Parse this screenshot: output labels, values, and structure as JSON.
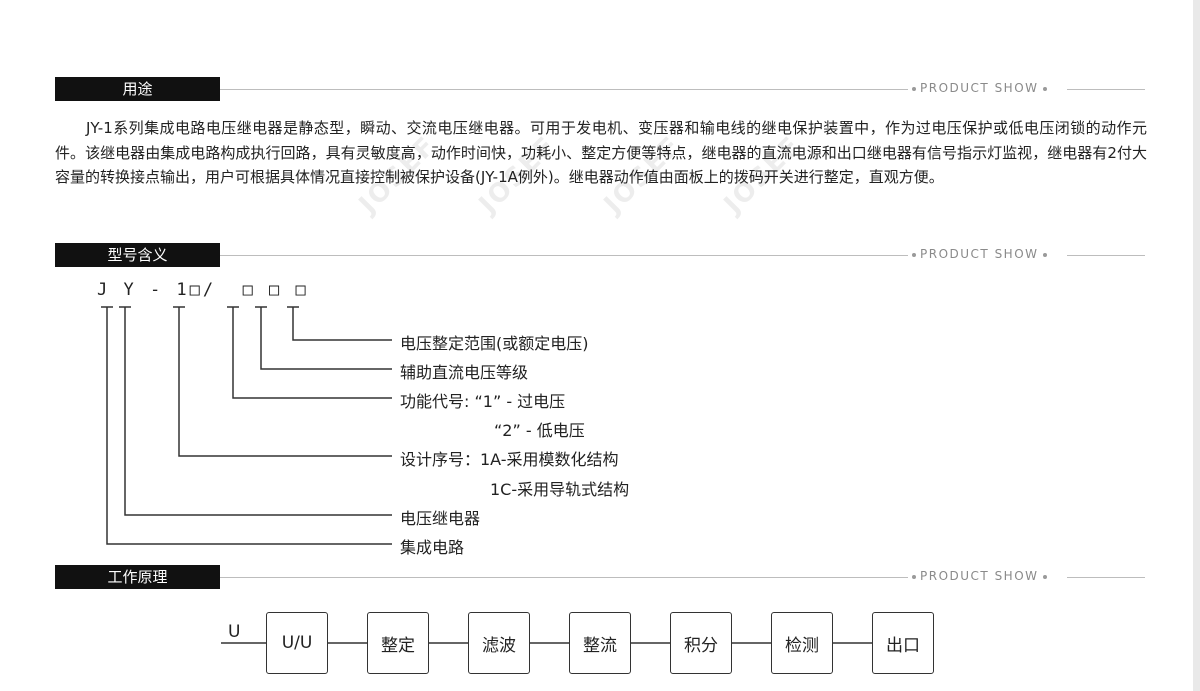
{
  "sections": {
    "usage": {
      "title": "用途",
      "tag": "PRODUCT SHOW"
    },
    "model": {
      "title": "型号含义",
      "tag": "PRODUCT SHOW"
    },
    "principle": {
      "title": "工作原理",
      "tag": "PRODUCT SHOW"
    }
  },
  "usage_text": "JY-1系列集成电路电压继电器是静态型，瞬动、交流电压继电器。可用于发电机、变压器和输电线的继电保护装置中，作为过电压保护或低电压闭锁的动作元件。该继电器由集成电路构成执行回路，具有灵敏度高，动作时间快，功耗小、整定方便等特点，继电器的直流电源和出口继电器有信号指示灯监视，继电器有2付大容量的转换接点输出，用户可根据具体情况直接控制被保护设备(JY-1A例外)。继电器动作值由面板上的拨码开关进行整定，直观方便。",
  "model_code": "J Y - 1□/  □ □ □",
  "model_legend": [
    "电压整定范围(或额定电压)",
    "辅助直流电压等级",
    "功能代号:  “1”  - 过电压",
    "“2”  - 低电压",
    "设计序号：1A-采用模数化结构",
    "1C-采用导轨式结构",
    "电压继电器",
    "集成电路"
  ],
  "flow": {
    "input": "U",
    "blocks": [
      "U/U",
      "整定",
      "滤波",
      "整流",
      "积分",
      "检测",
      "出口"
    ]
  },
  "watermark": "JOSEF"
}
